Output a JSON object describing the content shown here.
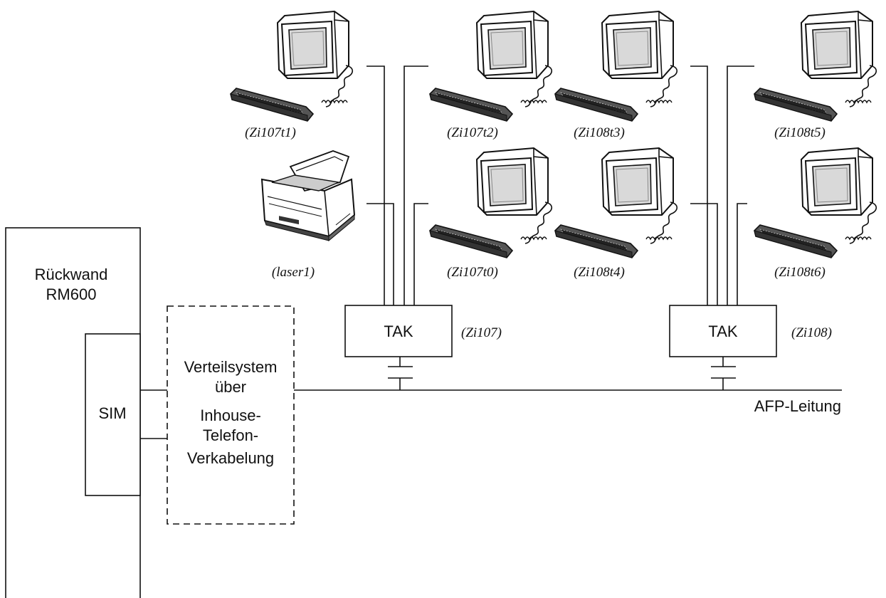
{
  "rack": {
    "label_line1": "Rückwand",
    "label_line2": "RM600"
  },
  "sim": {
    "label": "SIM"
  },
  "distribution": {
    "line1": "Verteilsystem",
    "line2": "über",
    "line3": "Inhouse-",
    "line4": "Telefon-",
    "line5": "Verkabelung"
  },
  "bus": {
    "label": "AFP-Leitung"
  },
  "tak_left": {
    "label": "TAK",
    "id_label": "(Zi107)"
  },
  "tak_right": {
    "label": "TAK",
    "id_label": "(Zi108)"
  },
  "devices": {
    "zi107t1": "(Zi107t1)",
    "zi107t2": "(Zi107t2)",
    "zi108t3": "(Zi108t3)",
    "zi108t5": "(Zi108t5)",
    "laser1": "(laser1)",
    "zi107t0": "(Zi107t0)",
    "zi108t4": "(Zi108t4)",
    "zi108t6": "(Zi108t6)"
  },
  "icons": {
    "terminal": "computer-terminal-icon",
    "printer": "laser-printer-icon"
  }
}
